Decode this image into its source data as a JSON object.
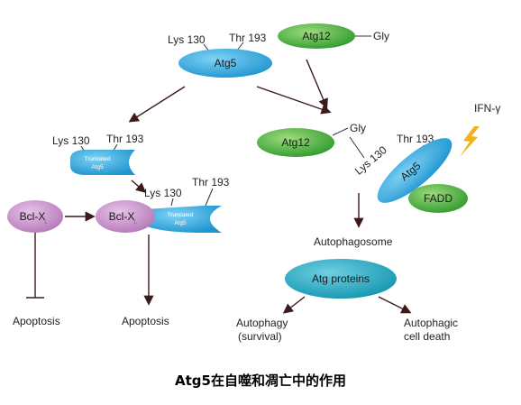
{
  "labels": {
    "top_lys": "Lys 130",
    "top_thr": "Thr 193",
    "atg5_top": "Atg5",
    "atg12_top": "Atg12",
    "gly_top": "Gly",
    "left_lys": "Lys 130",
    "left_thr": "Thr 193",
    "truncated_1": "Truncated",
    "truncated_1b": "Atg5",
    "mid_lys": "Lys 130",
    "mid_thr": "Thr 193",
    "truncated_2": "Truncated",
    "truncated_2b": "Atg5",
    "bclx_left": "Bcl-X",
    "bclx_left_sub": "L",
    "bclx_right": "Bcl-X",
    "bclx_right_sub": "L",
    "apoptosis_left": "Apoptosis",
    "apoptosis_mid": "Apoptosis",
    "atg12_right": "Atg12",
    "gly_right": "Gly",
    "right_lys": "Lys 130",
    "right_thr": "Thr 193",
    "atg5_right": "Atg5",
    "fadd": "FADD",
    "ifn": "IFN-γ",
    "autophagosome": "Autophagosome",
    "atg_proteins": "Atg proteins",
    "autophagy": "Autophagy",
    "survival": "(survival)",
    "autophagic": "Autophagic",
    "cell_death": "cell death",
    "caption": "Atg5在自噬和凋亡中的作用"
  },
  "colors": {
    "atg5_blue": "#2aa6df",
    "atg12_green": "#3aa33a",
    "bclx_purple": "#c48cc6",
    "fadd_green": "#3aa33a",
    "atg_proteins_teal": "#1aa0b8",
    "bolt_yellow": "#f2b21c"
  }
}
